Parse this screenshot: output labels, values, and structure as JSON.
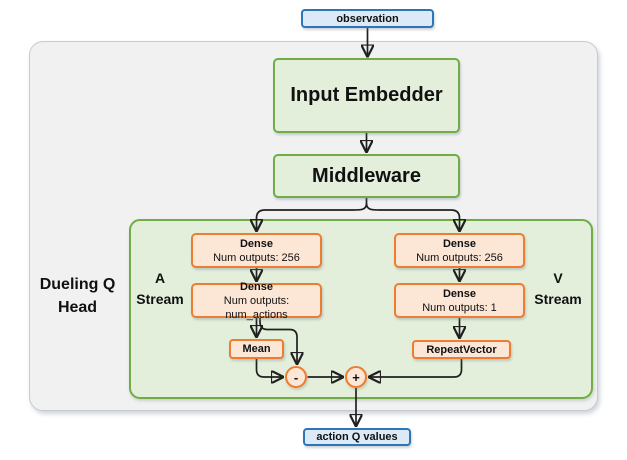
{
  "nodes": {
    "observation": {
      "label": "observation"
    },
    "input_embedder": {
      "label": "Input Embedder"
    },
    "middleware": {
      "label": "Middleware"
    },
    "action_q_values": {
      "label": "action Q values"
    }
  },
  "dueling_q_head": {
    "label_line1": "Dueling Q",
    "label_line2": "Head",
    "a_stream": {
      "label_line1": "A",
      "label_line2": "Stream",
      "dense1": {
        "title": "Dense",
        "subtitle": "Num outputs: 256"
      },
      "dense2": {
        "title": "Dense",
        "subtitle": "Num outputs: num_actions"
      },
      "mean": {
        "label": "Mean"
      }
    },
    "v_stream": {
      "label_line1": "V",
      "label_line2": "Stream",
      "dense1": {
        "title": "Dense",
        "subtitle": "Num outputs: 256"
      },
      "dense2": {
        "title": "Dense",
        "subtitle": "Num outputs: 1"
      },
      "repeat_vector": {
        "label": "RepeatVector"
      }
    },
    "subtract_op": {
      "label": "-"
    },
    "add_op": {
      "label": "+"
    }
  },
  "colors": {
    "blue_border": "#2E75B6",
    "blue_fill": "#DCEAF7",
    "green_border": "#70AD47",
    "green_fill": "#E3EFDA",
    "orange_border": "#ED7D31",
    "orange_fill": "#FCE6D6",
    "outer_fill": "#F1F1F2",
    "outer_border": "#C7CBD1",
    "arrow": "#202020"
  }
}
